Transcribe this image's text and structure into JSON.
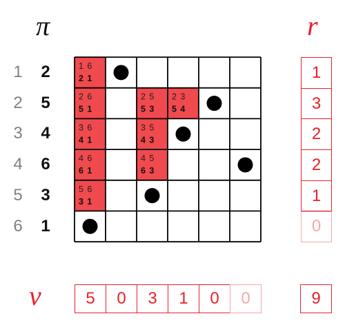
{
  "headers": {
    "pi": "π",
    "r": "r",
    "v": "v"
  },
  "colors": {
    "red": "#e8202a",
    "cell_fill": "#f04a4f",
    "faded": "#f4a8ab",
    "dot": "#000000"
  },
  "rows": [
    {
      "index": "1",
      "pi": "2"
    },
    {
      "index": "2",
      "pi": "5"
    },
    {
      "index": "3",
      "pi": "4"
    },
    {
      "index": "4",
      "pi": "6"
    },
    {
      "index": "5",
      "pi": "3"
    },
    {
      "index": "6",
      "pi": "1"
    }
  ],
  "grid": {
    "dots": [
      [
        1,
        2
      ],
      [
        2,
        5
      ],
      [
        3,
        4
      ],
      [
        4,
        6
      ],
      [
        5,
        3
      ],
      [
        6,
        1
      ]
    ],
    "highlighted": [
      {
        "row": 1,
        "col": 1,
        "top": "1 6",
        "bottom": "2 1"
      },
      {
        "row": 2,
        "col": 1,
        "top": "2 6",
        "bottom": "5 1"
      },
      {
        "row": 2,
        "col": 3,
        "top": "2 5",
        "bottom": "5 3"
      },
      {
        "row": 2,
        "col": 4,
        "top": "2 3",
        "bottom": "5 4"
      },
      {
        "row": 3,
        "col": 1,
        "top": "3 6",
        "bottom": "4 1"
      },
      {
        "row": 3,
        "col": 3,
        "top": "3 5",
        "bottom": "4 3"
      },
      {
        "row": 4,
        "col": 1,
        "top": "4 6",
        "bottom": "6 1"
      },
      {
        "row": 4,
        "col": 3,
        "top": "4 5",
        "bottom": "6 3"
      },
      {
        "row": 5,
        "col": 1,
        "top": "5 6",
        "bottom": "3 1"
      }
    ]
  },
  "r_values": [
    {
      "value": "1",
      "faded": false
    },
    {
      "value": "3",
      "faded": false
    },
    {
      "value": "2",
      "faded": false
    },
    {
      "value": "2",
      "faded": false
    },
    {
      "value": "1",
      "faded": false
    },
    {
      "value": "0",
      "faded": true
    }
  ],
  "v_values": [
    {
      "value": "5",
      "faded": false
    },
    {
      "value": "0",
      "faded": false
    },
    {
      "value": "3",
      "faded": false
    },
    {
      "value": "1",
      "faded": false
    },
    {
      "value": "0",
      "faded": false
    },
    {
      "value": "0",
      "faded": true
    }
  ],
  "total": "9"
}
